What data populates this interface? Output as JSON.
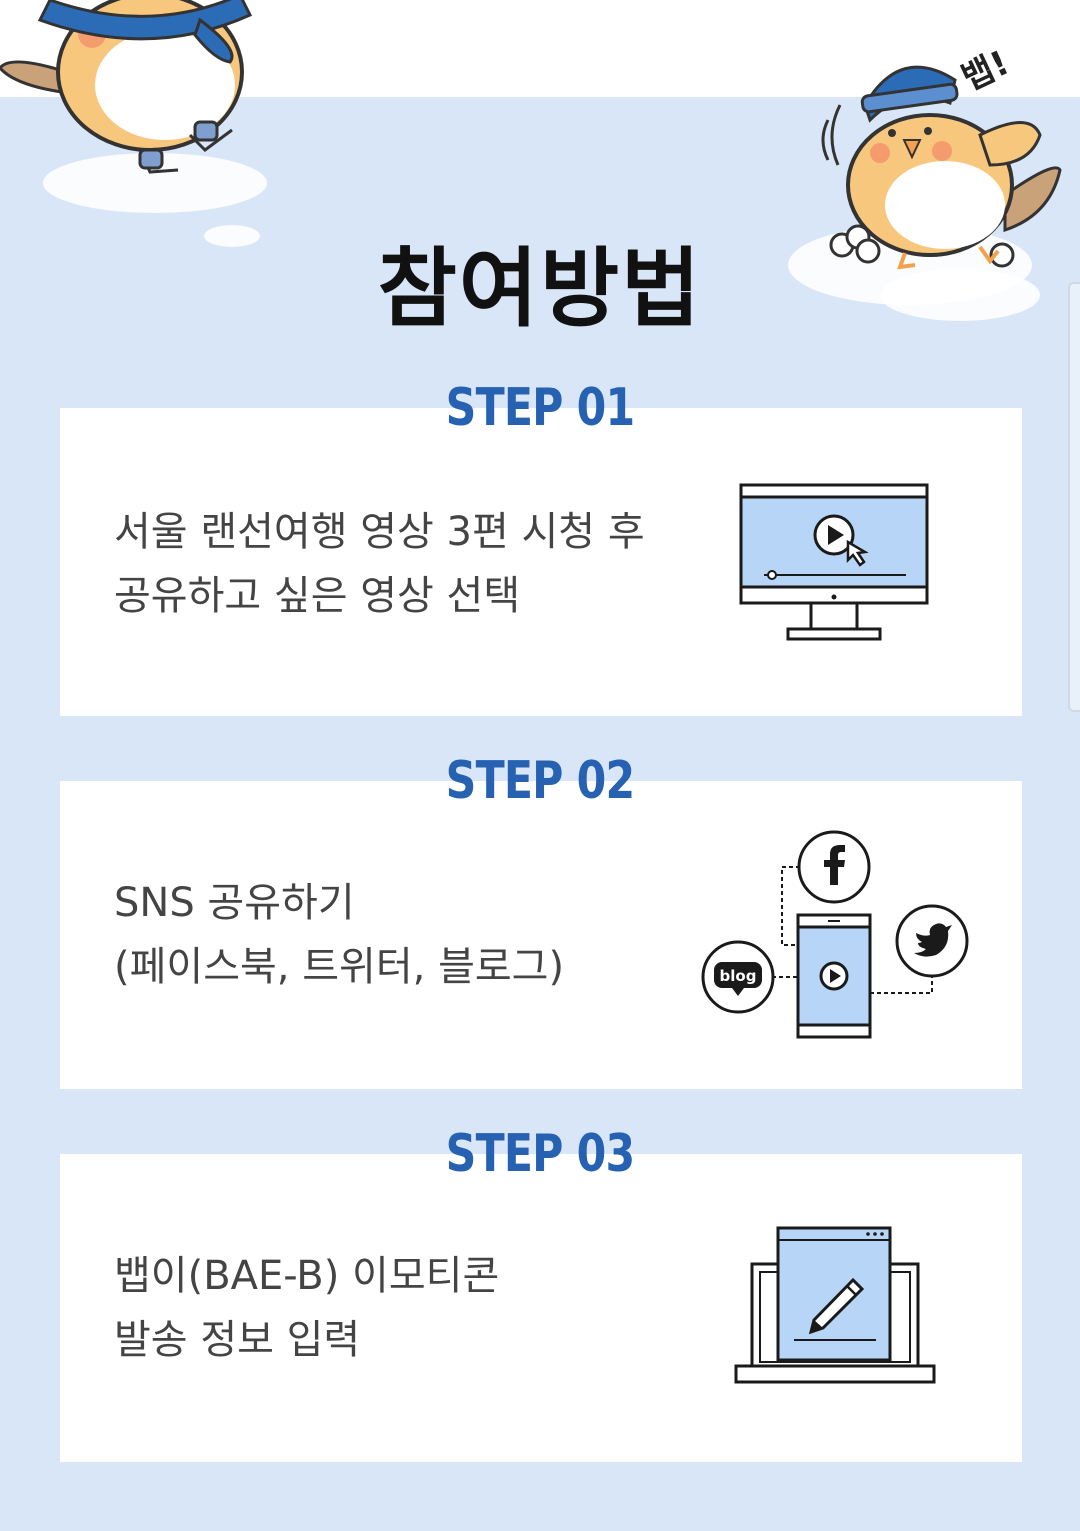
{
  "colors": {
    "background": "#d9e6f7",
    "accent": "#2762b2",
    "icon_fill": "#b7d6f7",
    "stroke": "#1a1a1a"
  },
  "title": "참여방법",
  "mascot_right_exclaim": "뱁!",
  "steps": [
    {
      "label": "STEP 01",
      "lines": [
        "서울 랜선여행 영상 3편 시청 후",
        "공유하고 싶은 영상 선택"
      ],
      "icon": "video-monitor-icon"
    },
    {
      "label": "STEP 02",
      "lines": [
        "SNS 공유하기",
        "(페이스북, 트위터, 블로그)"
      ],
      "icon": "sns-share-icon",
      "icon_labels": {
        "blog": "blog"
      }
    },
    {
      "label": "STEP 03",
      "lines": [
        "뱁이(BAE-B) 이모티콘",
        "발송 정보 입력"
      ],
      "icon": "laptop-edit-icon"
    }
  ]
}
